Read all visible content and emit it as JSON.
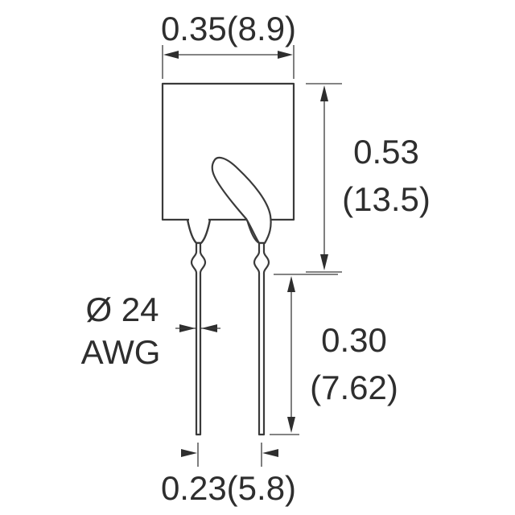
{
  "diagram": {
    "type": "component-outline-drawing",
    "component": "radial leaded device",
    "colors": {
      "line": "#3a3a3a",
      "text": "#2e2e2e",
      "background": "#ffffff"
    },
    "dimensions": {
      "body_width": {
        "inch": "0.35",
        "mm": "8.9",
        "label": "0.35(8.9)"
      },
      "body_height": {
        "inch": "0.53",
        "mm": "(13.5)"
      },
      "lead_length": {
        "inch": "0.30",
        "mm": "(7.62)"
      },
      "lead_spacing": {
        "inch": "0.23",
        "mm": "5.8",
        "label": "0.23(5.8)"
      },
      "lead_gauge": {
        "line1": "Ø 24",
        "line2": "AWG"
      }
    }
  }
}
